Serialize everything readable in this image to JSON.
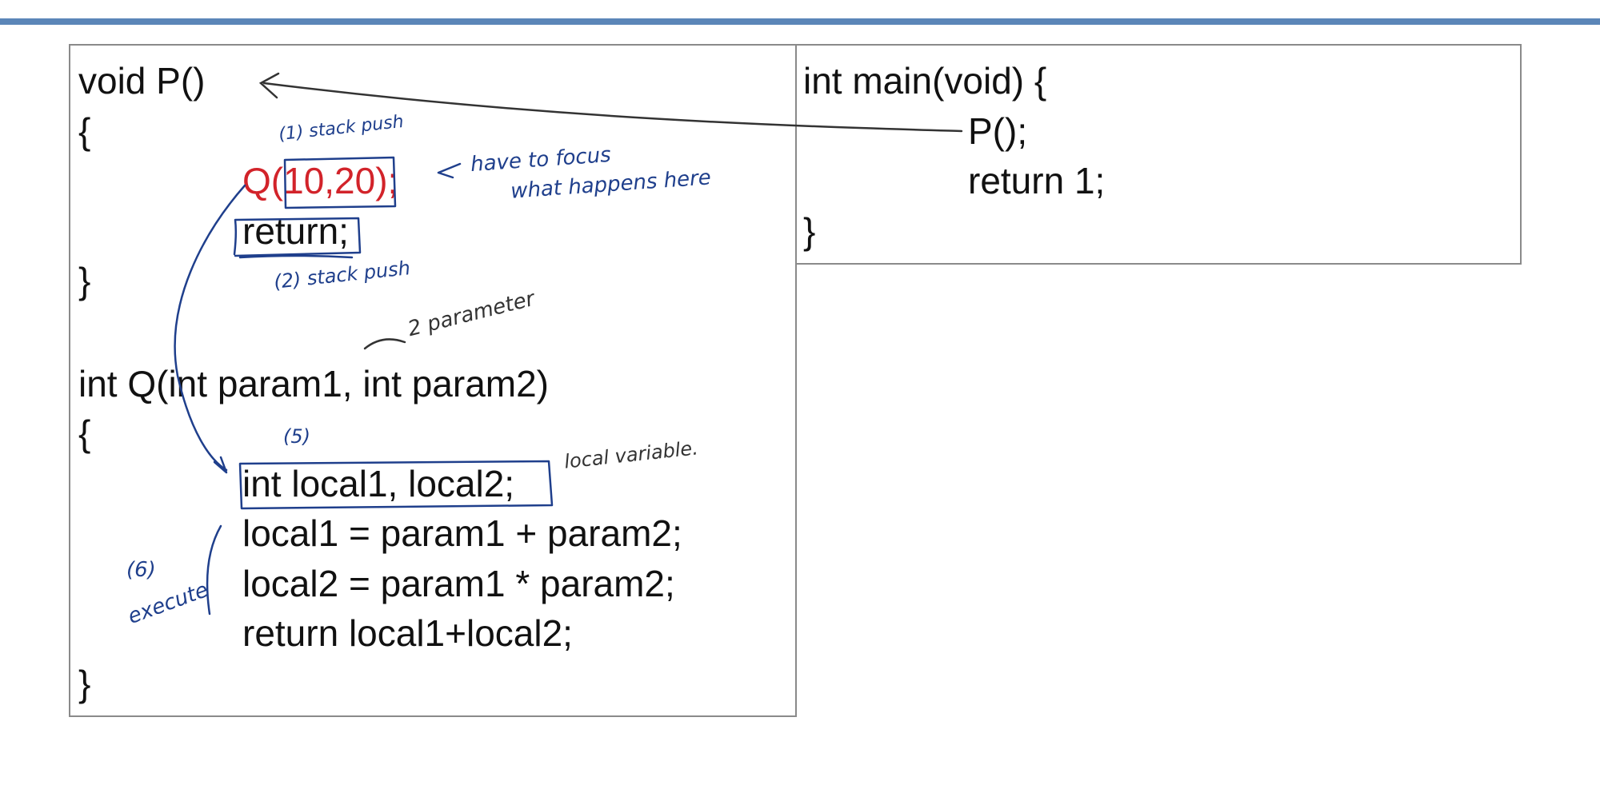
{
  "left_code": {
    "line1": "void P()",
    "line2": "{",
    "call_q": "Q(",
    "call_args": "10,20",
    "call_end": ");",
    "line4": "return;",
    "line5": "}",
    "line6": "int Q(int param1, int param2)",
    "line7": "{",
    "line8": "int local1, local2;",
    "line9": "local1 = param1 + param2;",
    "line10": "local2 = param1 * param2;",
    "line11": "return local1+local2;",
    "line12": "}"
  },
  "right_code": {
    "line1": "int main(void) {",
    "line2": "P();",
    "line3": "return 1;",
    "line4": "}"
  },
  "annotations": {
    "step1": "(1) stack push",
    "focus_line1": "have to focus",
    "focus_line2": "what happens here",
    "step2": "(2) stack push",
    "params": "2 parameter",
    "step5": "(5)",
    "local_var": "local variable.",
    "step6": "(6)",
    "execute": "execute"
  },
  "colors": {
    "accent_rule": "#5b86b8",
    "call_red": "#d2232a",
    "ink_blue": "#1f3f8c"
  }
}
